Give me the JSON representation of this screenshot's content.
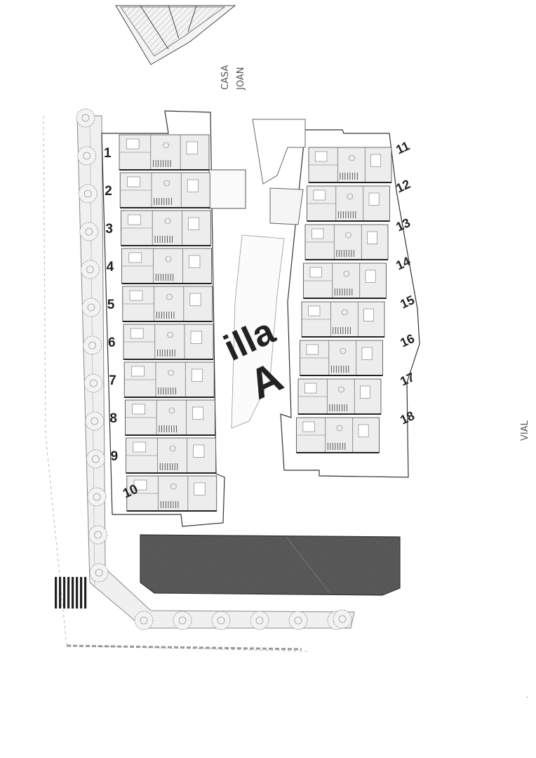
{
  "colors": {
    "ink": "#333333",
    "paper": "#ffffff",
    "unit_fill": "#ededed",
    "courtyard": "#f7f7f7",
    "dark_block": "#555555",
    "tree": "#9a9a9a"
  },
  "handwritten_note": {
    "line1": "CASA",
    "line2": "JOAN"
  },
  "block_title": {
    "line1": "illa",
    "line2": "A"
  },
  "street_label": "VIAL",
  "units_left": [
    "1",
    "2",
    "3",
    "4",
    "5",
    "6",
    "7",
    "8",
    "9",
    "10"
  ],
  "units_right": [
    "11",
    "12",
    "13",
    "14",
    "15",
    "16",
    "17",
    "18"
  ]
}
